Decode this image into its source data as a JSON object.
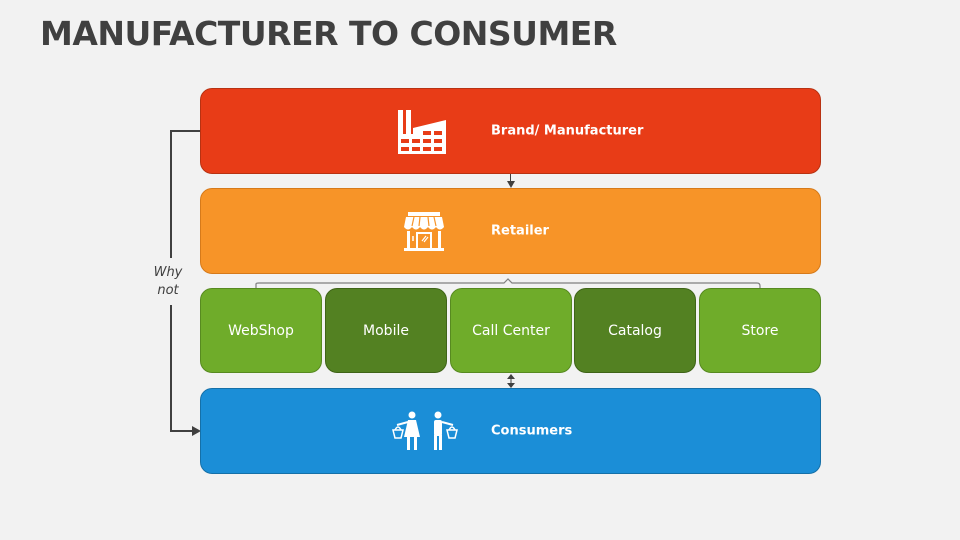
{
  "title": "MANUFACTURER TO CONSUMER",
  "layers": {
    "manufacturer": {
      "label": "Brand/ Manufacturer",
      "icon": "factory-icon",
      "color": "#e83c17"
    },
    "retailer": {
      "label": "Retailer",
      "icon": "storefront-icon",
      "color": "#f79428"
    },
    "consumers": {
      "label": "Consumers",
      "icon": "shoppers-icon",
      "color": "#1b8ed7"
    }
  },
  "channels": [
    {
      "label": "WebShop",
      "color": "#6fac2a"
    },
    {
      "label": "Mobile",
      "color": "#538122"
    },
    {
      "label": "Call Center",
      "color": "#6fac2a"
    },
    {
      "label": "Catalog",
      "color": "#538122"
    },
    {
      "label": "Store",
      "color": "#6fac2a"
    }
  ],
  "side_connector": {
    "label_line1": "Why",
    "label_line2": "not"
  }
}
